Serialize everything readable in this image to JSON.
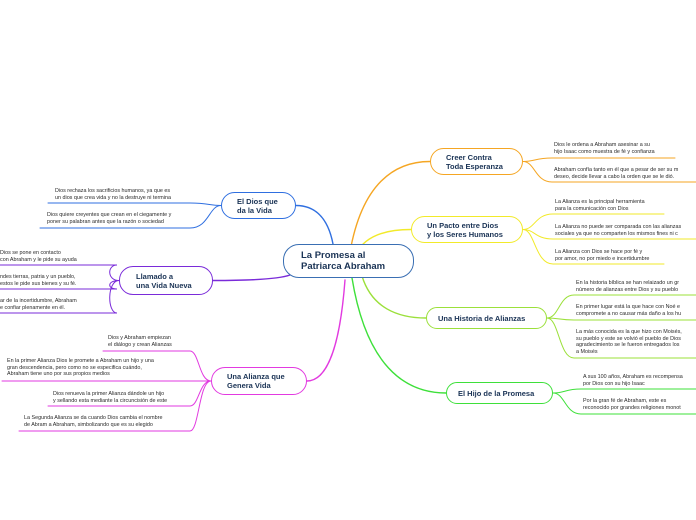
{
  "central": {
    "title": "La Promesa al\nPatriarca Abraham"
  },
  "colors": {
    "central": "#3a6fb3",
    "creer": "#f5a623",
    "pacto": "#f2ea2a",
    "historia": "#9be03a",
    "hijo": "#3ee03a",
    "dios": "#2f6fe0",
    "llamado": "#7a2bd9",
    "alianza": "#e23ae0"
  },
  "branches": {
    "creer": {
      "label": "Creer Contra\nToda Esperanza",
      "leaves": [
        "Dios le ordena a Abraham asesinar a su\nhijo Isaac como muestra de fé y confianza",
        "Abraham confía tanto en él que a pesar de ser su m\ndeseo, decide llevar a cabo la orden que se le dió."
      ]
    },
    "pacto": {
      "label": "Un Pacto entre Dios\ny los Seres Humanos",
      "leaves": [
        "La Alianza es la principal herramienta\npara la comunicación con Dios",
        "La Alianza no puede ser comparada con las alianzas\nsociales ya que no comparten los mismos fines ni c",
        "La Alianza con Dios se hace por fé y\npor amor, no por miedo e incertidumbre"
      ]
    },
    "historia": {
      "label": "Una Historia de Alianzas",
      "leaves": [
        "En la historia bíblica se han relaizado un gr\nnúmero de alianzas entre Dios y su pueblo",
        "En primer lugar está la que hace con Noé e\ncompromete a no causar más daño a los hu",
        "La más conocida es la que hizo con Moisés,\nsu pueblo y este se volvió el pueblo de Dios\nagradecimiento se le fueron entregados los\na Moisés"
      ]
    },
    "hijo": {
      "label": "El Hijo de la Promesa",
      "leaves": [
        "A sus 100 años, Abraham es recompensa\npor Dios con su hijo Isaac",
        "Por la gran fé de Abraham, este es\nreconocido por grandes religiones monot"
      ]
    },
    "dios": {
      "label": "El Dios que\nda la Vida",
      "leaves": [
        "Dios rechaza los sacrificios humanos, ya que es\nun dios que crea vida y no la destruye ni termina",
        "Dios quiere creyentes que crean en el ciegamente y\nponer su palabran antes que la razón o sociedad"
      ]
    },
    "llamado": {
      "label": "Llamado a\nuna Vida Nueva",
      "leaves": [
        "Dios se pone en contacto\ncon Abraham y le pide su ayuda",
        "ndes tierras, patria y un pueblo,\nestos le pide sus bienes y su fé.",
        "ar de la incertidumbre, Abraham\ne confiar plenamente en él."
      ]
    },
    "alianza": {
      "label": "Una Alianza que\nGenera Vida",
      "leaves": [
        "Dios y Abraham empiezan\nel diálogo y crean Alianzas",
        "En la primer Alianza Dios le promete a Abraham un hijo y una\ngran descendencia, pero como no se especifica cuándo,\nAbraham tiene uno por sus propios medios",
        "Dios renueva la primer Alianza dándole un hijo\ny sellando esta mediante la circuncisión de este",
        "La Segunda Alianza se da cuando Dios cambia el nombre\nde Abram a Abraham, simbolizando que es su elegido"
      ]
    }
  }
}
